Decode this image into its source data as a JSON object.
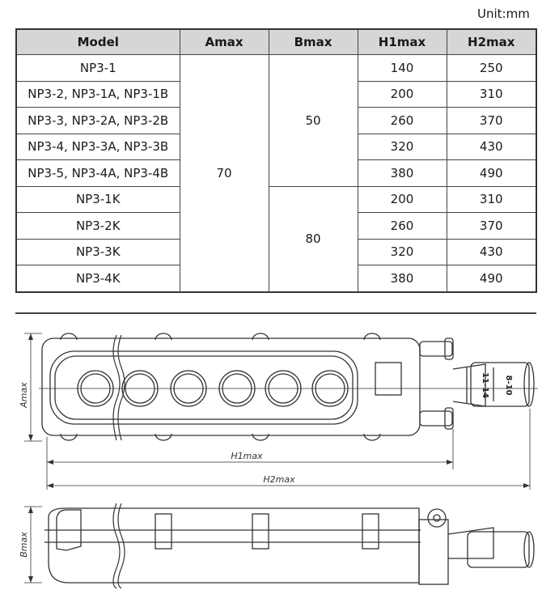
{
  "unit_label": "Unit:mm",
  "table": {
    "headers": [
      "Model",
      "Amax",
      "Bmax",
      "H1max",
      "H2max"
    ],
    "rows": [
      {
        "model": "NP3-1",
        "h1": "140",
        "h2": "250"
      },
      {
        "model": "NP3-2, NP3-1A, NP3-1B",
        "h1": "200",
        "h2": "310"
      },
      {
        "model": "NP3-3, NP3-2A, NP3-2B",
        "h1": "260",
        "h2": "370"
      },
      {
        "model": "NP3-4, NP3-3A, NP3-3B",
        "h1": "320",
        "h2": "430"
      },
      {
        "model": "NP3-5, NP3-4A, NP3-4B",
        "h1": "380",
        "h2": "490"
      },
      {
        "model": "NP3-1K",
        "h1": "200",
        "h2": "310"
      },
      {
        "model": "NP3-2K",
        "h1": "260",
        "h2": "370"
      },
      {
        "model": "NP3-3K",
        "h1": "320",
        "h2": "430"
      },
      {
        "model": "NP3-4K",
        "h1": "380",
        "h2": "490"
      }
    ],
    "amax": "70",
    "bmax_group1": "50",
    "bmax_group2": "80"
  },
  "drawing": {
    "label_amax": "Amax",
    "label_h1max": "H1max",
    "label_h2max": "H2max",
    "label_bmax": "Bmax",
    "cable_label_1": "11-14",
    "cable_label_2": "8-10"
  }
}
